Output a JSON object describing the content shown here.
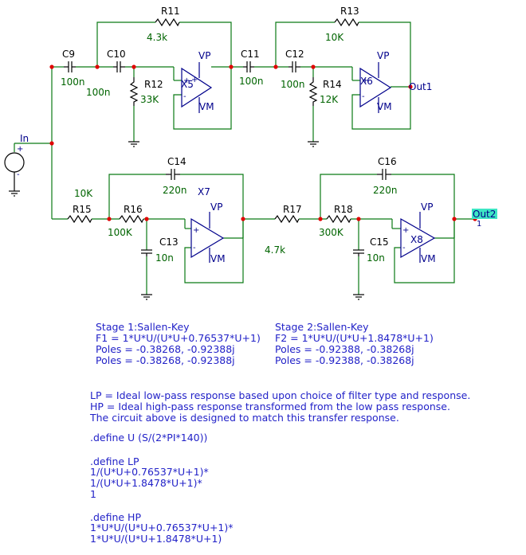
{
  "components": {
    "C9": {
      "ref": "C9",
      "value": "100n"
    },
    "C10": {
      "ref": "C10",
      "value": "100n"
    },
    "R11": {
      "ref": "R11",
      "value": "4.3k"
    },
    "R12": {
      "ref": "R12",
      "value": "33K"
    },
    "X5": {
      "ref": "X5"
    },
    "C11": {
      "ref": "C11",
      "value": "100n"
    },
    "C12": {
      "ref": "C12",
      "value": "100n"
    },
    "R13": {
      "ref": "R13",
      "value": "10K"
    },
    "R14": {
      "ref": "R14",
      "value": "12K"
    },
    "X6": {
      "ref": "X6"
    },
    "R15": {
      "ref": "R15",
      "value": "10K"
    },
    "R16": {
      "ref": "R16",
      "value": "100K"
    },
    "C14": {
      "ref": "C14",
      "value": "220n"
    },
    "C13": {
      "ref": "C13",
      "value": "10n"
    },
    "X7": {
      "ref": "X7"
    },
    "R17": {
      "ref": "R17",
      "value": "4.7k"
    },
    "R18": {
      "ref": "R18",
      "value": "300K"
    },
    "C16": {
      "ref": "C16",
      "value": "220n"
    },
    "C15": {
      "ref": "C15",
      "value": "10n"
    },
    "X8": {
      "ref": "X8"
    }
  },
  "pins": {
    "vp": "VP",
    "vm": "VM",
    "plus": "+",
    "minus": "-"
  },
  "nets": {
    "input": "In",
    "out1": "Out1",
    "out2": "Out2",
    "out2_pin": "1"
  },
  "stage1": {
    "title": "Stage 1:Sallen-Key",
    "formula": "F1 = 1*U*U/(U*U+0.76537*U+1)",
    "poles1": "Poles = -0.38268, -0.92388j",
    "poles2": "Poles = -0.38268, -0.92388j"
  },
  "stage2": {
    "title": "Stage 2:Sallen-Key",
    "formula": "F2 = 1*U*U/(U*U+1.8478*U+1)",
    "poles1": "Poles = -0.92388, -0.38268j",
    "poles2": "Poles = -0.92388, -0.38268j"
  },
  "description": {
    "line1": "LP = Ideal low-pass response based upon choice of filter type and response.",
    "line2": "HP = Ideal high-pass response transformed from the low pass response.",
    "line3": "The circuit above is designed to match this transfer response."
  },
  "defines": {
    "u": ".define U (S/(2*PI*140))",
    "lp_head": ".define LP",
    "lp1": "1/(U*U+0.76537*U+1)*",
    "lp2": "1/(U*U+1.8478*U+1)*",
    "lp3": "1",
    "hp_head": ".define HP",
    "hp1": "1*U*U/(U*U+0.76537*U+1)*",
    "hp2": "1*U*U/(U*U+1.8478*U+1)"
  },
  "colors": {
    "wire": "#0a7a14",
    "value_text": "#006400",
    "opamp": "#00008b",
    "node": "#e00000",
    "note_text": "#2222c8",
    "probe": "#3ee6c4"
  }
}
